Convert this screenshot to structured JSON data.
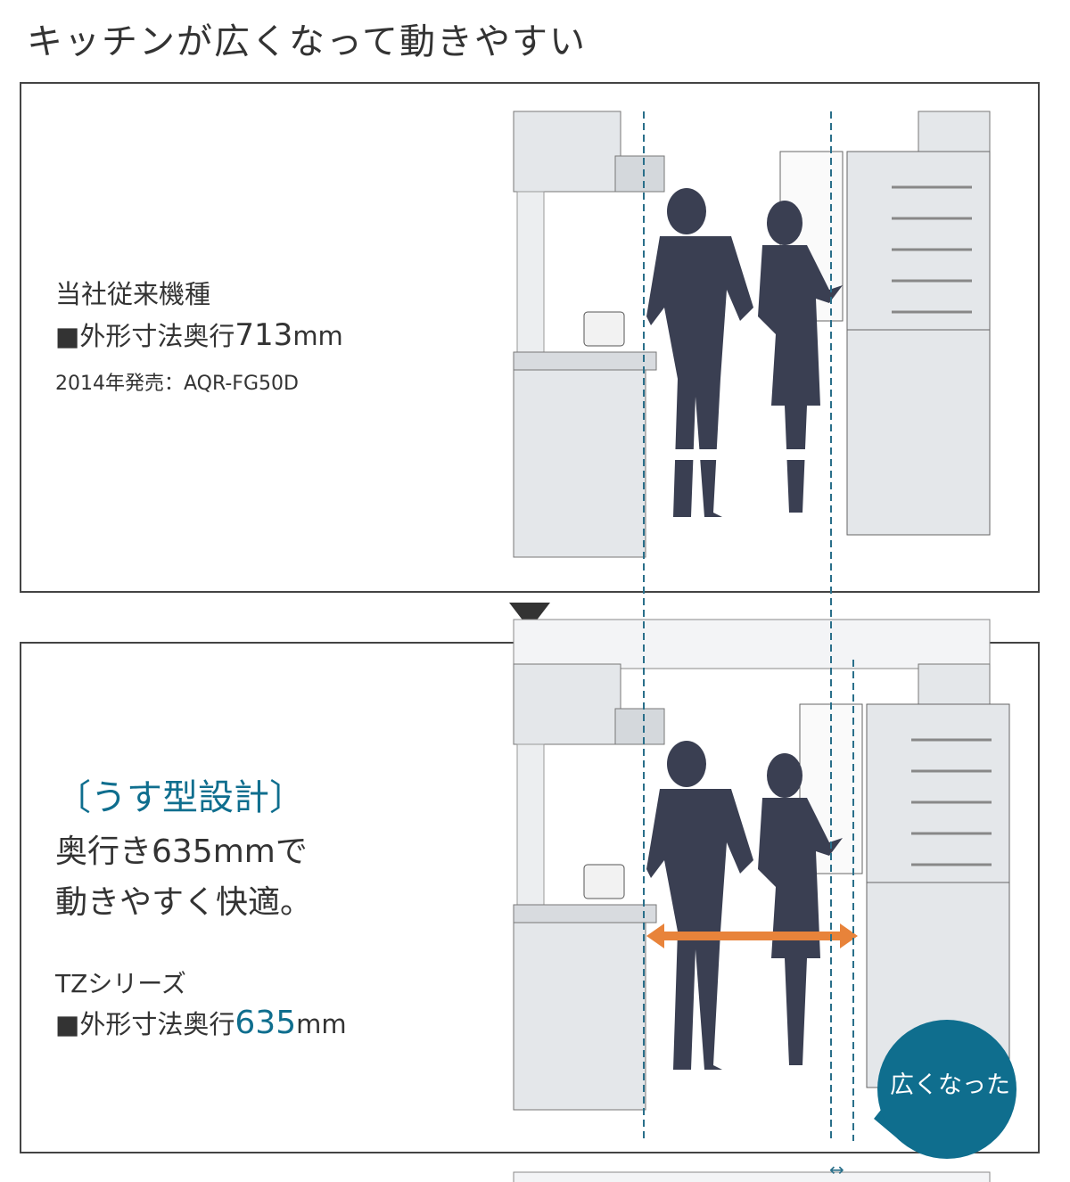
{
  "title": "キッチンが広くなって動きやすい",
  "before": {
    "label": "当社従来機種",
    "spec_prefix": "■外形寸法奥行",
    "spec_value": "713",
    "spec_unit": "mm",
    "release": "2014年発売：AQR-FG50D"
  },
  "after": {
    "headline": "〔うす型設計〕",
    "line1": "奥行き635mmで",
    "line2": "動きやすく快適。",
    "series": "TZシリーズ",
    "spec_prefix": "■外形寸法奥行",
    "spec_value": "635",
    "spec_unit": "mm",
    "bubble": "広くなった"
  },
  "icons": {
    "transition": "down-triangle-icon",
    "gap": "double-arrow-icon"
  },
  "colors": {
    "accent": "#0f6e8e",
    "orange": "#e8833a",
    "silhouette": "#3a3f52",
    "appliance": "#e4e7ea"
  }
}
